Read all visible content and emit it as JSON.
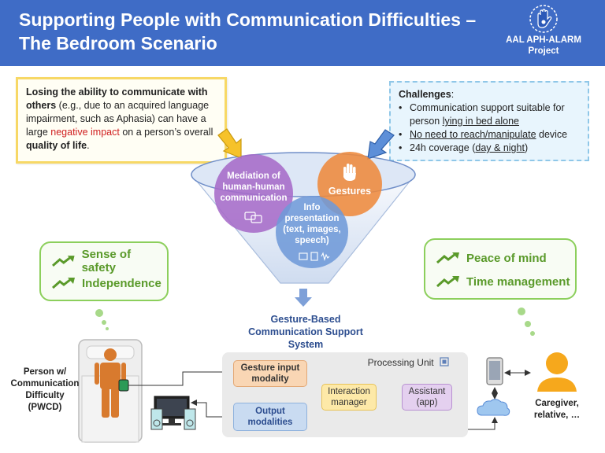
{
  "header": {
    "title_line1": "Supporting People with Communication Difficulties –",
    "title_line2": "The Bedroom Scenario",
    "logo_line1": "AAL APH-ALARM",
    "logo_line2": "Project",
    "bg_color": "#3f6cc6"
  },
  "loss_box": {
    "b1": "Losing the ability to communicate with others",
    "t1": " (e.g., due to an acquired language impairment, such as Aphasia) can have a large ",
    "neg": "negative impact",
    "t2": " on a person’s overall ",
    "b2": "quality of life",
    "t3": "."
  },
  "challenges": {
    "title": "Challenges",
    "colon": ":",
    "item1_a": "Communication support suitable for person ",
    "item1_u": "lying in bed alone",
    "item2_u": "No need to reach/manipulate",
    "item2_b": " device",
    "item3_a": "24h coverage (",
    "item3_u": "day & night",
    "item3_b": ")"
  },
  "funnel": {
    "mediation": "Mediation of human-human communication",
    "gestures": "Gestures",
    "info": "Info presentation (text, images, speech)"
  },
  "pwcd_thought": {
    "item1": "Sense of safety",
    "item2": "Independence"
  },
  "caregiver_thought": {
    "item1": "Peace of mind",
    "item2": "Time management"
  },
  "system": {
    "title": "Gesture-Based Communication Support System",
    "processing_unit": "Processing Unit",
    "gesture_input": "Gesture input modality",
    "output": "Output modalities",
    "interaction": "Interaction manager",
    "assistant": "Assistant (app)"
  },
  "pwcd_label": "Person w/ Communication Difficulty (PWCD)",
  "caregiver_label": "Caregiver, relative, …",
  "colors": {
    "thought_green": "#8ccf5c",
    "circle_purple": "#a66bc8",
    "circle_orange": "#ee8a3c",
    "circle_blue": "#6f9ad8"
  }
}
